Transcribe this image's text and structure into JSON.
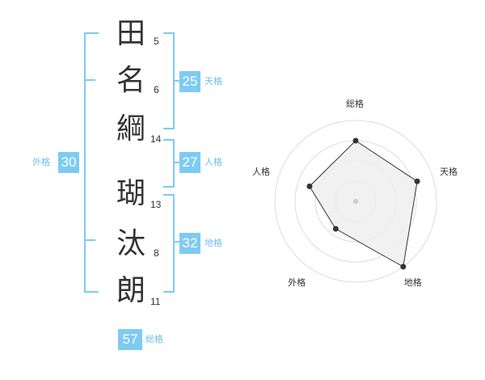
{
  "name": {
    "chars": [
      {
        "char": "田",
        "strokes": "5"
      },
      {
        "char": "名",
        "strokes": "6"
      },
      {
        "char": "綱",
        "strokes": "14"
      },
      {
        "char": "瑚",
        "strokes": "13"
      },
      {
        "char": "汰",
        "strokes": "8"
      },
      {
        "char": "朗",
        "strokes": "11"
      }
    ]
  },
  "kakusu": {
    "tenkaku": {
      "value": "25",
      "label": "天格"
    },
    "jinkaku": {
      "value": "27",
      "label": "人格"
    },
    "chikaku": {
      "value": "32",
      "label": "地格"
    },
    "gaikaku": {
      "value": "30",
      "label": "外格"
    },
    "soukaku": {
      "value": "57",
      "label": "総格"
    }
  },
  "chart_data": {
    "type": "radar",
    "axes": [
      "総格",
      "天格",
      "地格",
      "外格",
      "人格"
    ],
    "values": [
      0.75,
      0.8,
      1.0,
      0.42,
      0.6
    ],
    "range": [
      0,
      1
    ],
    "rings": 4
  },
  "colors": {
    "accent": "#7ecbf2",
    "label_text": "#6ebfe8",
    "text": "#333333",
    "radar_fill": "#efefef",
    "radar_line": "#333333"
  }
}
